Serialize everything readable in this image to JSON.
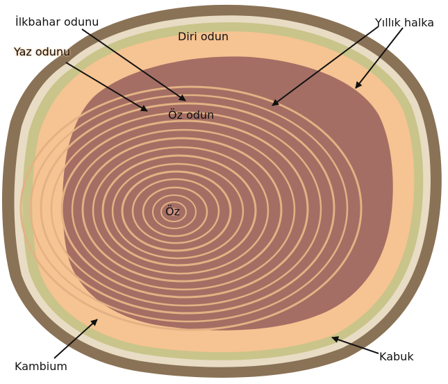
{
  "labels": {
    "springwood": "İlkbahar odunu",
    "sapwood": "Diri odun",
    "annual_ring": "Yıllık halka",
    "summerwood": "Yaz odunu",
    "heartwood": "Öz odun",
    "pith": "Öz",
    "cambium": "Kambium",
    "bark": "Kabuk"
  },
  "colors": {
    "background": "#ffffff",
    "bark": "#8a7256",
    "bark_light": "#e8dcc4",
    "cambium": "#c9c48a",
    "sapwood": "#f6c392",
    "heartwood": "#a46e64",
    "ring_line": "#e3b284",
    "arrow": "#111111"
  }
}
